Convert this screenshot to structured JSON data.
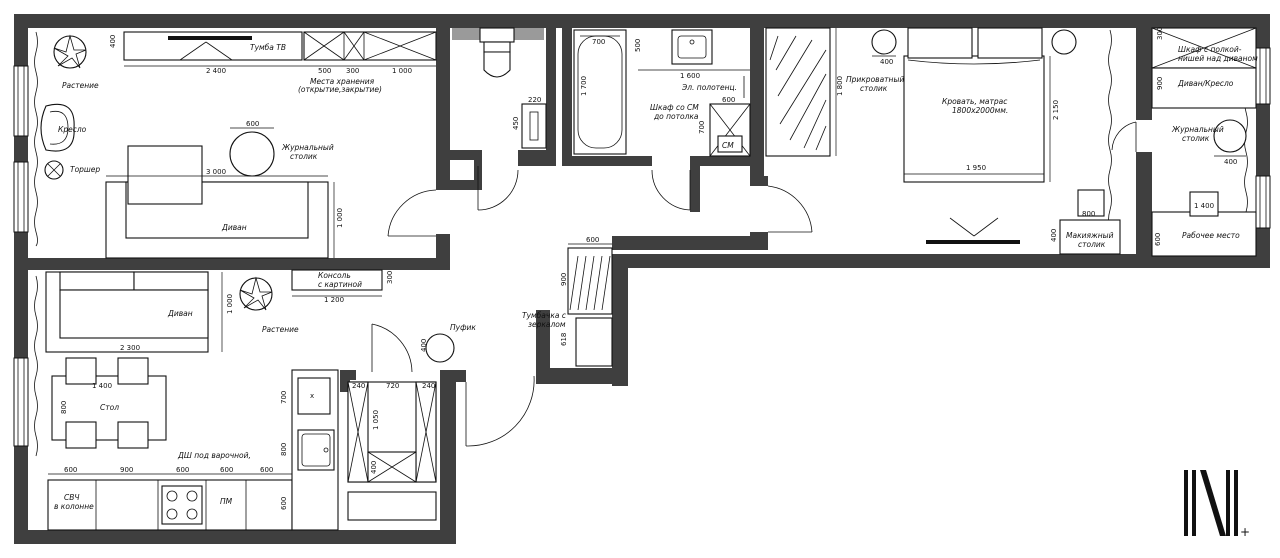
{
  "labels": {
    "tv_stand": "Тумба ТВ",
    "storage": "Места хранения\n(открытие,закрытие)",
    "plant1": "Растение",
    "armchair": "Кресло",
    "floor_lamp": "Торшер",
    "coffee_table": "Журнальный\nстолик",
    "sofa1": "Диван",
    "console": "Консоль\nс картиной",
    "plant2": "Растение",
    "sofa2": "Диван",
    "table": "Стол",
    "hob_dw": "ДШ под варочной,",
    "microwave": "СВЧ\nв колонне",
    "dishwasher_pm": "ПМ",
    "pouf": "Пуфик",
    "mirror_cabinet": "Тумбачка с\nзеркалом",
    "towel_rail": "Эл. полотенц.",
    "wardrobe_wm": "Шкаф со СМ\nдо потолка",
    "wm": "СМ",
    "bedside": "Прикроватный\nстолик",
    "bed": "Кровать, матрас\n1800х2000мм.",
    "vanity": "Макияжный\nстолик",
    "shelf_wardrobe": "Шкаф с полкой-\nнишей над диваном",
    "sofa_chair": "Диван/Кресло",
    "coffee_table2": "Журнальный\nстолик",
    "workplace": "Рабочее место"
  },
  "dims": {
    "d400a": "400",
    "d2400": "2 400",
    "d500a": "500",
    "d300a": "300",
    "d1000a": "1 000",
    "d600a": "600",
    "d3000": "3 000",
    "d1000b": "1 000",
    "d300b": "300",
    "d1200": "1 200",
    "d1000c": "1 000",
    "d2300": "2 300",
    "d1400a": "1 400",
    "d800a": "800",
    "d600b": "600",
    "d900a": "900",
    "d600c": "600",
    "d600d": "600",
    "d600e": "600",
    "d800b": "800",
    "d600f": "600",
    "d700a": "700",
    "d240a": "240",
    "d720": "720",
    "d240b": "240",
    "d1050": "1 050",
    "d400b": "400",
    "d400c": "400",
    "d600g": "600",
    "d900b": "900",
    "d618": "618",
    "d220": "220",
    "d450": "450",
    "d700b": "700",
    "d1700": "1 700",
    "d500b": "500",
    "d1600": "1 600",
    "d600h": "600",
    "d700c": "700",
    "d1800": "1 800",
    "d400d": "400",
    "d2150": "2 150",
    "d1950": "1 950",
    "d800c": "800",
    "d400e": "400",
    "d300c": "300",
    "d900c": "900",
    "d400f": "400",
    "d1400b": "1 400",
    "d600i": "600"
  },
  "logo": "N+"
}
